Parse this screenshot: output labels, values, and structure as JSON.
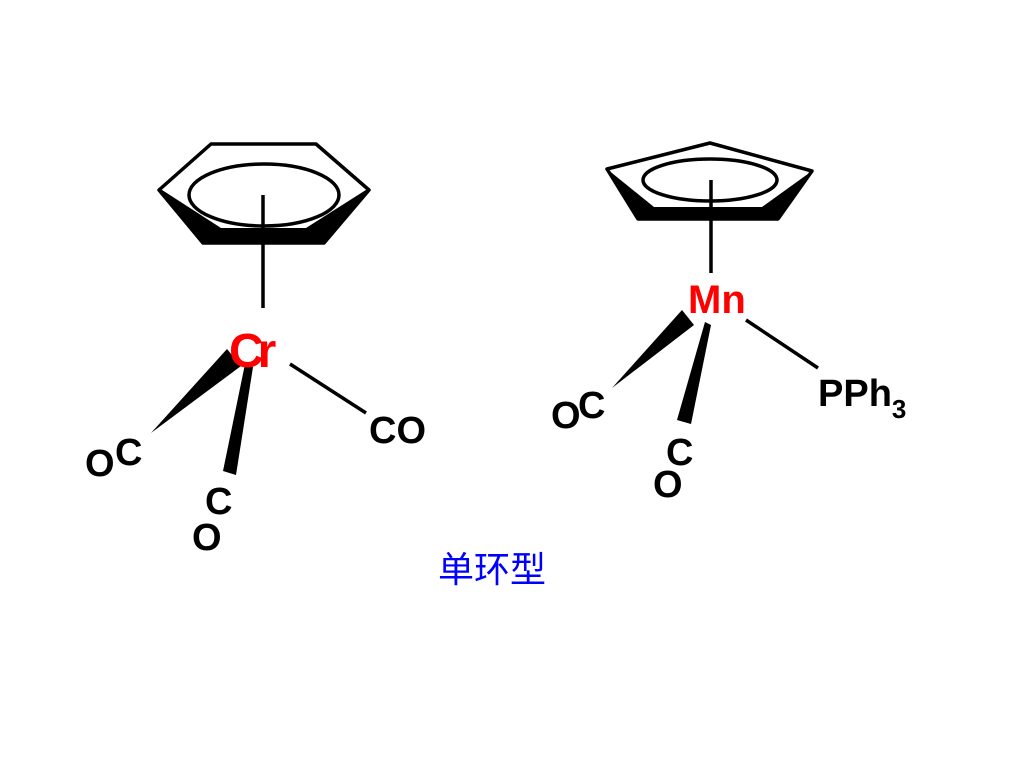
{
  "colors": {
    "metal": "#ff0000",
    "caption": "#0000ff",
    "ink": "#000000",
    "background": "#ffffff"
  },
  "left_complex": {
    "metal": "Cr",
    "ligands": {
      "co_left_c": "C",
      "co_left_o": "O",
      "co_down_c": "C",
      "co_down_o": "O",
      "co_right": "CO"
    }
  },
  "right_complex": {
    "metal": "Mn",
    "ligands": {
      "co_left_c": "C",
      "co_left_o": "O",
      "co_down_c": "C",
      "co_down_o": "O",
      "phosphine": "PPh",
      "phosphine_subscript": "3"
    }
  },
  "caption": "单环型"
}
